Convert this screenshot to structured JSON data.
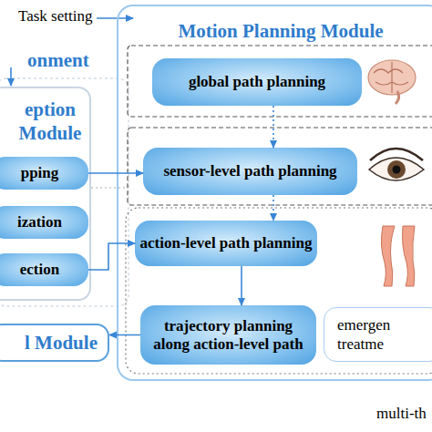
{
  "diagram": {
    "nodes": [
      {
        "text": [
          "Motion Planning Module"
        ]
      },
      {
        "text": [
          "global path planning"
        ],
        "in": 0
      },
      {
        "text": [
          "sensor-level path planning"
        ],
        "in": 0
      },
      {
        "text": [
          "action-level path planning"
        ],
        "in": 0
      },
      {
        "text": [
          "trajectory planning along action-level path"
        ],
        "in": 0
      },
      {
        "text": [
          "emergen treatme"
        ],
        "in": 0
      },
      {
        "text": [
          "eption Module"
        ]
      },
      {
        "text": [
          "pping"
        ],
        "in": 6
      },
      {
        "text": [
          "ization"
        ],
        "in": 6
      },
      {
        "text": [
          "ection"
        ],
        "in": 6
      },
      {
        "text": [
          "l Module"
        ]
      }
    ],
    "edges": [
      {
        "from": 1,
        "to": 2,
        "arrow": "to"
      },
      {
        "from": 2,
        "to": 3,
        "arrow": "to"
      },
      {
        "from": 3,
        "to": 4,
        "arrow": "to"
      },
      {
        "from": 7,
        "to": 2,
        "arrow": "to"
      },
      {
        "from": 9,
        "to": 3,
        "arrow": "to"
      },
      {
        "from": 4,
        "to": 10,
        "arrow": "to"
      }
    ],
    "labels": [
      "Task setting",
      "onment",
      "multi-th"
    ]
  }
}
